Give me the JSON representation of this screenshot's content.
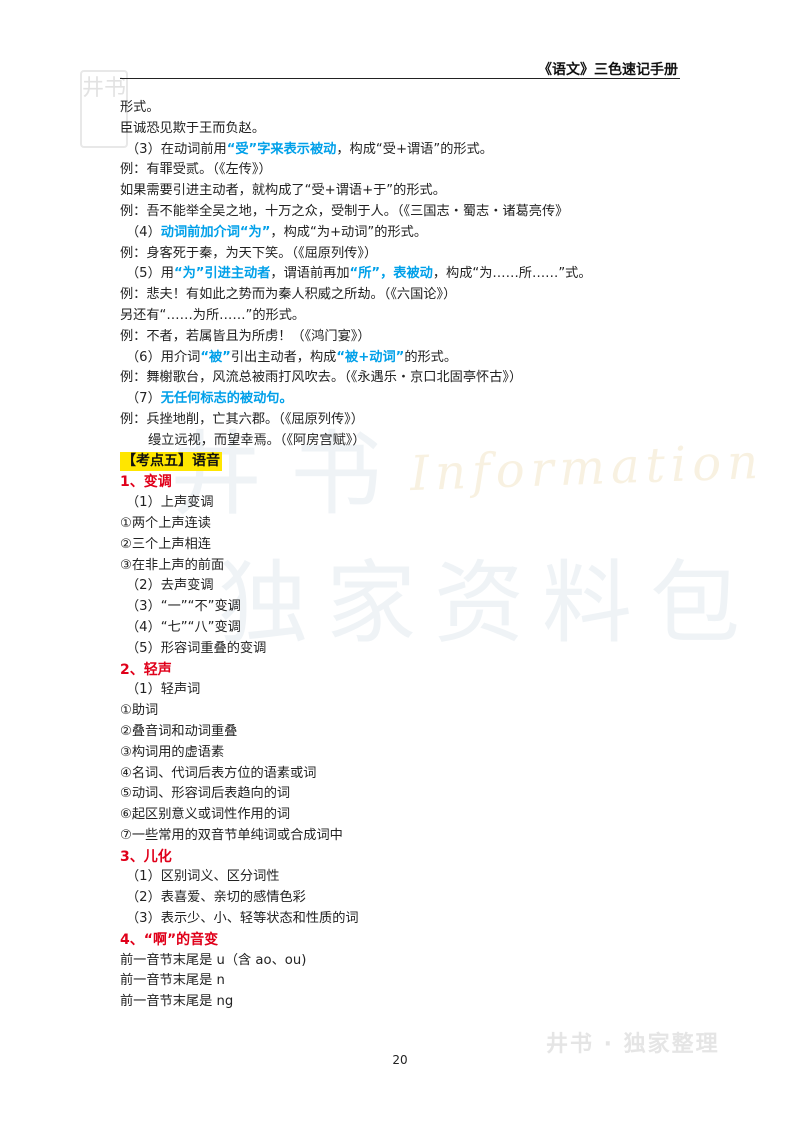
{
  "header": {
    "title": "《语文》三色速记手册"
  },
  "page_number": "20",
  "watermarks": {
    "logo": "井书",
    "big_line1": "井书",
    "big_line2": "独家资料包",
    "script": "Information",
    "bottom": "井书 · 独家整理"
  },
  "lines": [
    [
      {
        "t": "形式。"
      }
    ],
    [
      {
        "t": "臣诚恐见欺于王而负赵。"
      }
    ],
    [
      {
        "t": "（3）在动词前用"
      },
      {
        "t": "“受”字来表示被动",
        "s": "hl"
      },
      {
        "t": "，构成“受+谓语”的形式。"
      }
    ],
    [
      {
        "t": "例：有罪受贰。（《左传》）"
      }
    ],
    [
      {
        "t": "如果需要引进主动者，就构成了“受+谓语+于”的形式。"
      }
    ],
    [
      {
        "t": "例：吾不能举全吴之地，十万之众，受制于人。（《三国志・蜀志・诸葛亮传》"
      }
    ],
    [
      {
        "t": "（4）"
      },
      {
        "t": "动词前加介词“为”",
        "s": "hl"
      },
      {
        "t": "，构成“为+动词”的形式。"
      }
    ],
    [
      {
        "t": "例：身客死于秦，为天下笑。（《屈原列传》）"
      }
    ],
    [
      {
        "t": "（5）用"
      },
      {
        "t": "“为”引进主动者",
        "s": "hl"
      },
      {
        "t": "，谓语前再加"
      },
      {
        "t": "“所”，表被动",
        "s": "hl"
      },
      {
        "t": "，构成“为……所……”式。"
      }
    ],
    [
      {
        "t": "例：悲夫！有如此之势而为秦人积威之所劫。（《六国论》）"
      }
    ],
    [
      {
        "t": "另还有“……为所……”的形式。"
      }
    ],
    [
      {
        "t": "例：不者，若属皆且为所虏！（《鸿门宴》）"
      }
    ],
    [
      {
        "t": "（6）用介词"
      },
      {
        "t": "“被”",
        "s": "hl"
      },
      {
        "t": "引出主动者，构成"
      },
      {
        "t": "“被+动词”",
        "s": "hl"
      },
      {
        "t": "的形式。"
      }
    ],
    [
      {
        "t": "例：舞榭歌台，风流总被雨打风吹去。（《永遇乐・京口北固亭怀古》）"
      }
    ],
    [
      {
        "t": "（7）"
      },
      {
        "t": "无任何标志的被动句。",
        "s": "hl"
      }
    ],
    [
      {
        "t": "例：兵挫地削，亡其六郡。（《屈原列传》）"
      }
    ],
    [
      {
        "t": "缦立远视，而望幸焉。（《阿房宫赋》）",
        "indent": 2
      }
    ],
    [
      {
        "t": "【考点五】语音",
        "s": "kaodian"
      }
    ],
    [
      {
        "t": "1、变调",
        "s": "sec"
      }
    ],
    [
      {
        "t": "（1）上声变调"
      }
    ],
    [
      {
        "t": "①两个上声连读"
      }
    ],
    [
      {
        "t": "②三个上声相连"
      }
    ],
    [
      {
        "t": "③在非上声的前面"
      }
    ],
    [
      {
        "t": "（2）去声变调"
      }
    ],
    [
      {
        "t": "（3）“一”“不”变调"
      }
    ],
    [
      {
        "t": "（4）“七”“八”变调"
      }
    ],
    [
      {
        "t": "（5）形容词重叠的变调"
      }
    ],
    [
      {
        "t": "2、轻声",
        "s": "sec"
      }
    ],
    [
      {
        "t": "（1）轻声词"
      }
    ],
    [
      {
        "t": "①助词"
      }
    ],
    [
      {
        "t": "②叠音词和动词重叠"
      }
    ],
    [
      {
        "t": "③构词用的虚语素"
      }
    ],
    [
      {
        "t": "④名词、代词后表方位的语素或词"
      }
    ],
    [
      {
        "t": "⑤动词、形容词后表趋向的词"
      }
    ],
    [
      {
        "t": "⑥起区别意义或词性作用的词"
      }
    ],
    [
      {
        "t": "⑦一些常用的双音节单纯词或合成词中"
      }
    ],
    [
      {
        "t": "3、儿化",
        "s": "sec"
      }
    ],
    [
      {
        "t": "（1）区别词义、区分词性"
      }
    ],
    [
      {
        "t": "（2）表喜爱、亲切的感情色彩"
      }
    ],
    [
      {
        "t": "（3）表示少、小、轻等状态和性质的词"
      }
    ],
    [
      {
        "t": "4、“啊”的音变",
        "s": "sec"
      }
    ],
    [
      {
        "t": "前一音节末尾是 u（含 ao、ou)"
      }
    ],
    [
      {
        "t": "前一音节末尾是 n"
      }
    ],
    [
      {
        "t": "前一音节末尾是 ng"
      }
    ]
  ]
}
